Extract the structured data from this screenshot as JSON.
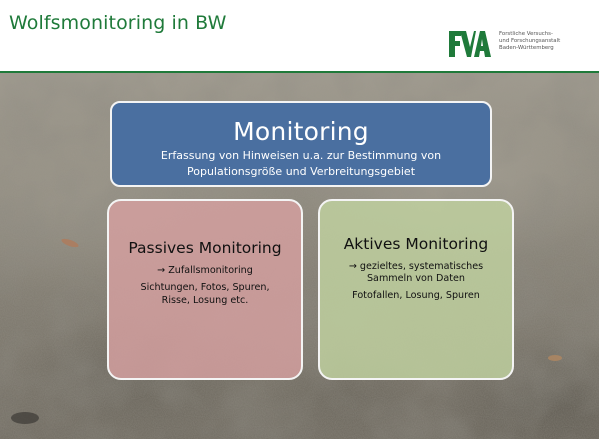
{
  "slide": {
    "title": "Wolfsmonitoring in BW",
    "logo": {
      "mark": "FVA",
      "lines": [
        "Forstliche Versuchs-",
        "und Forschungsanstalt",
        "Baden-Württemberg"
      ]
    },
    "colors": {
      "title": "#1f7a3a",
      "top_box": "#4a6fa0",
      "passive_box": "#d6a0a0",
      "active_box": "#c1d2a0"
    }
  },
  "monitoring": {
    "heading": "Monitoring",
    "description": "Erfassung von Hinweisen u.a. zur Bestimmung von Populationsgröße und Verbreitungsgebiet"
  },
  "passive": {
    "heading": "Passives Monitoring",
    "arrow_text": "→ Zufallsmonitoring",
    "detail": "Sichtungen, Fotos, Spuren, Risse, Losung etc."
  },
  "active": {
    "heading": "Aktives Monitoring",
    "arrow_text": "→ gezieltes, systematisches Sammeln von Daten",
    "detail": "Fotofallen, Losung, Spuren"
  }
}
